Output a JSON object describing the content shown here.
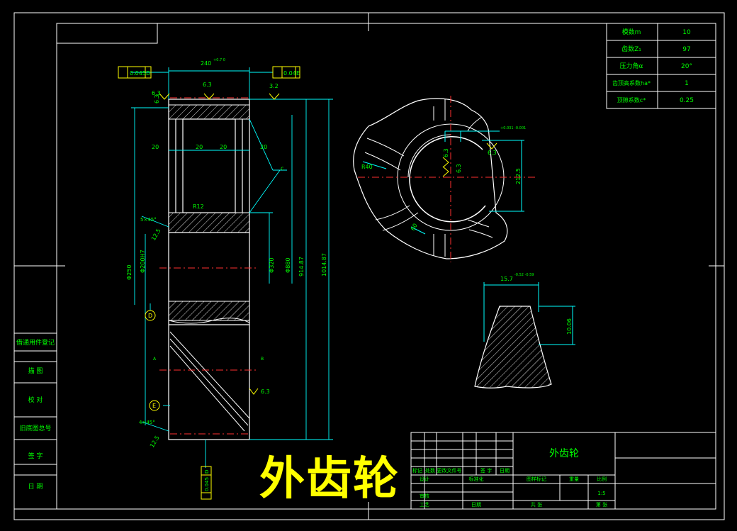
{
  "params_table": {
    "rows": [
      {
        "label": "模数m",
        "value": "10"
      },
      {
        "label": "齿数Z₁",
        "value": "97"
      },
      {
        "label": "压力角α",
        "value": "20°"
      },
      {
        "label": "齿顶高系数ha*",
        "value": "1"
      },
      {
        "label": "顶隙系数c*",
        "value": "0.25"
      }
    ]
  },
  "main_view": {
    "dim_width": "240",
    "dim_width_tol": "+0.7 0",
    "tol_left": "0.045",
    "tol_left_datum": "D",
    "tol_right": "0.04",
    "tol_right_datum": "E",
    "tol_bottom": "0.045",
    "tol_bottom_datum": "D",
    "rough_left": "6.3",
    "rough_top": "6.3",
    "rough_right": "3.2",
    "rough_lower": "6.3",
    "dim_20": [
      "20",
      "20",
      "20",
      "20"
    ],
    "label_c": "c",
    "label_r12": "R12",
    "chamfer_top": "5×45°",
    "chamfer_top_val": "12.5",
    "chamfer_bot": "4×45°",
    "chamfer_bot_val": "12.5",
    "dia_250": "Φ250",
    "dia_bore": "Φ200H7",
    "dia_320": "Φ320",
    "dia_880": "Φ880",
    "dia_914": "914.87",
    "dia_1014": "1014.87",
    "datum_d": "D",
    "datum_e": "E",
    "label_a": "A",
    "label_b": "B"
  },
  "side_view": {
    "r40": "R40",
    "dim_2125": "212.5",
    "keyway_tol": "+0.031 -0.001",
    "rough_1": "6.3",
    "rough_2": "6.3",
    "rough_3": "6.3",
    "dim_60": "60"
  },
  "tooth_view": {
    "chord_thk": "15.7",
    "chord_tol": "-0.52 -0.59",
    "chord_height": "10.06"
  },
  "title_block": {
    "part_name": "外齿轮",
    "rev_headers": [
      "标记",
      "处数",
      "更改文件号",
      "签 字",
      "日期"
    ],
    "designer": "设计",
    "standard": "标准化",
    "checker": "审核",
    "process": "工艺",
    "date_label": "日期",
    "stage_mark": "图样标记",
    "weight": "重量",
    "scale_label": "比例",
    "scale": "1:5",
    "sheet": "共 张",
    "page": "第 张"
  },
  "side_strip": [
    "借通用件登记",
    "描  图",
    "校  对",
    "旧底图总号",
    "签  字",
    "日  期"
  ],
  "overlay_title": "外齿轮"
}
